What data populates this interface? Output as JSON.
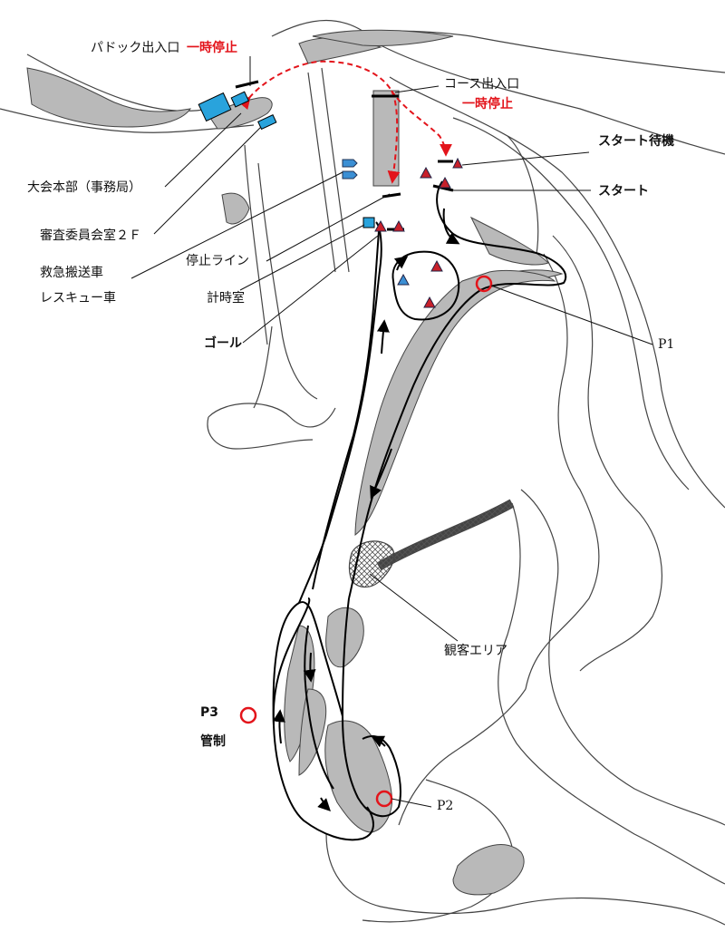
{
  "labels": {
    "paddock_gate": "パドック出入口",
    "paddock_stop": "一時停止",
    "course_gate": "コース出入口",
    "course_stop": "一時停止",
    "start_wait": "スタート待機",
    "start": "スタート",
    "hq": "大会本部（事務局）",
    "judges": "審査委員会室２Ｆ",
    "stop_line": "停止ライン",
    "ambulance": "救急搬送車",
    "rescue": "レスキュー車",
    "timing": "計時室",
    "goal": "ゴール",
    "p1": "P1",
    "spectator": "観客エリア",
    "p2": "P2",
    "p3": "P3",
    "control": "管制"
  },
  "colors": {
    "building_blue": "#29a3dc",
    "marker_red": "#e3141b",
    "grass_gray": "#b9b9b9",
    "cone_blue": "#3b8fd4",
    "cone_red": "#c8202a"
  }
}
